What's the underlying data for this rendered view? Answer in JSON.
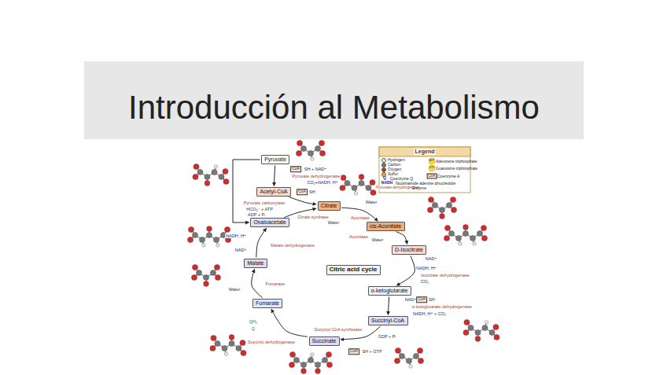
{
  "diagram": {
    "title": "Introducción al Metabolismo",
    "nodes": [
      {
        "text": [
          "Pyruvate"
        ]
      },
      {
        "text": [
          "Acetyl-CoA"
        ]
      },
      {
        "text": [
          "Citrate"
        ]
      },
      {
        "text": [
          "cis-Aconitate"
        ]
      },
      {
        "text": [
          "D-Isocitrate"
        ]
      },
      {
        "text": [
          "α-ketoglutarate"
        ]
      },
      {
        "text": [
          "Succinyl-CoA"
        ]
      },
      {
        "text": [
          "Succinate"
        ]
      },
      {
        "text": [
          "Fumarate"
        ]
      },
      {
        "text": [
          "Malate"
        ]
      },
      {
        "text": [
          "Oxaloacetate"
        ]
      },
      {
        "text": [
          "Citric acid cycle"
        ]
      }
    ],
    "edges": [
      {
        "from": 0,
        "to": 1,
        "label": "Pyruvate dehydrogenase",
        "arrow": "to"
      },
      {
        "from": 1,
        "to": 2,
        "label": "Citrate synthase",
        "arrow": "to"
      },
      {
        "from": 10,
        "to": 2,
        "arrow": "to"
      },
      {
        "from": 0,
        "to": 10,
        "label": "Pyruvate carboxylase",
        "arrow": "to"
      },
      {
        "from": 2,
        "to": 3,
        "label": "Aconitase",
        "arrow": "to"
      },
      {
        "from": 3,
        "to": 4,
        "label": "Aconitase",
        "arrow": "to"
      },
      {
        "from": 4,
        "to": 5,
        "label": "Isocitrate dehydrogenase",
        "arrow": "to"
      },
      {
        "from": 5,
        "to": 6,
        "label": "α-ketoglutarate dehydrogenase",
        "arrow": "to"
      },
      {
        "from": 6,
        "to": 7,
        "label": "Succinyl-CoA synthetase",
        "arrow": "to"
      },
      {
        "from": 7,
        "to": 8,
        "label": "Succinic dehydrogenase",
        "arrow": "to"
      },
      {
        "from": 8,
        "to": 9,
        "label": "Fumarase",
        "arrow": "to"
      },
      {
        "from": 9,
        "to": 10,
        "label": "Malate dehydrogenase",
        "arrow": "to"
      }
    ],
    "labels": [
      "Legend",
      "Q",
      "NADH",
      "Pyruvate dehydrogenase",
      "ATP",
      "GTP",
      "CoA",
      "CoA",
      "SH + NAD⁺",
      "CO₂+NADH, H⁺",
      "CoA",
      "SH",
      "Water",
      "Water",
      "Water",
      "NAD⁺",
      "NADH, H⁺",
      "CO₂",
      "NAD⁺",
      "CoA",
      "SH",
      "NADH, H⁺ + CO₂",
      "GDP + Pᵢ",
      "CoA",
      "SH + GTP",
      "QH₂",
      "Q",
      "Water",
      "NADH, H⁺",
      "NAD⁺",
      "HCO₃⁻ + ATP",
      "ADP + Pᵢ"
    ],
    "legend": [
      {
        "text": "Hydrogen",
        "color": "#eeeeee"
      },
      {
        "text": "Carbon",
        "color": "#777777"
      },
      {
        "text": "Oxygen",
        "color": "#d42a2a"
      },
      {
        "text": "Sulfur",
        "color": "#e8c21a"
      },
      {
        "text": "Coenzyme Q"
      },
      {
        "text": "Nicotinamide adenine dinucleotide"
      },
      {
        "text": "Enzyme"
      },
      {
        "text": "Adenosine triphosphate"
      },
      {
        "text": "Guanosine triphosphate"
      },
      {
        "text": "Coenzyme A"
      }
    ]
  }
}
